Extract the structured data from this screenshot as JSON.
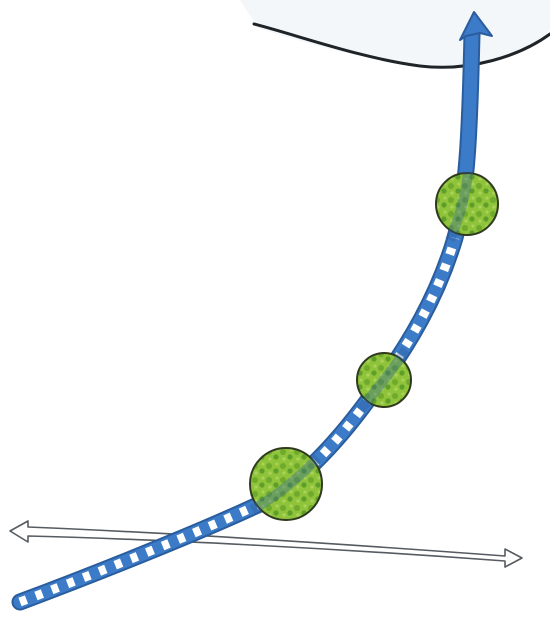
{
  "colors": {
    "paper": "#ffffff",
    "paper_shadow": "#eef4f8",
    "ink": "#1f2428",
    "path_blue": "#3b7bc8",
    "path_blue_dark": "#2a5d9e",
    "stripe_white": "#ffffff",
    "node_green": "#8fc33a",
    "node_green_dark": "#5e9e2a",
    "node_outline": "#2f3a1e",
    "double_arrow": "#555b60"
  },
  "icons": {
    "path_arrow": "arrow-up-icon",
    "double_arrow": "double-headed-arrow-icon"
  },
  "nodes": [
    {
      "name": "lower-node"
    },
    {
      "name": "middle-node"
    },
    {
      "name": "upper-node"
    }
  ]
}
